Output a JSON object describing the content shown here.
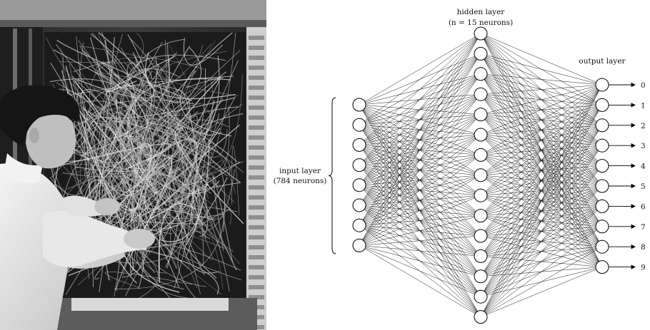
{
  "diagram": {
    "hidden_title": "hidden layer",
    "hidden_sub": "(n = 15 neurons)",
    "output_title": "output layer",
    "input_title": "input layer",
    "input_sub": "(784 neurons)",
    "input_nodes_drawn": 8,
    "hidden_nodes": 15,
    "output_labels": [
      "0",
      "1",
      "2",
      "3",
      "4",
      "5",
      "6",
      "7",
      "8",
      "9"
    ],
    "line_color": "#000000",
    "node_fill": "#ffffff"
  },
  "photo": {
    "subject": "researcher adjusting a dense mesh of patch wires on a machine panel",
    "tone": "black-and-white"
  }
}
